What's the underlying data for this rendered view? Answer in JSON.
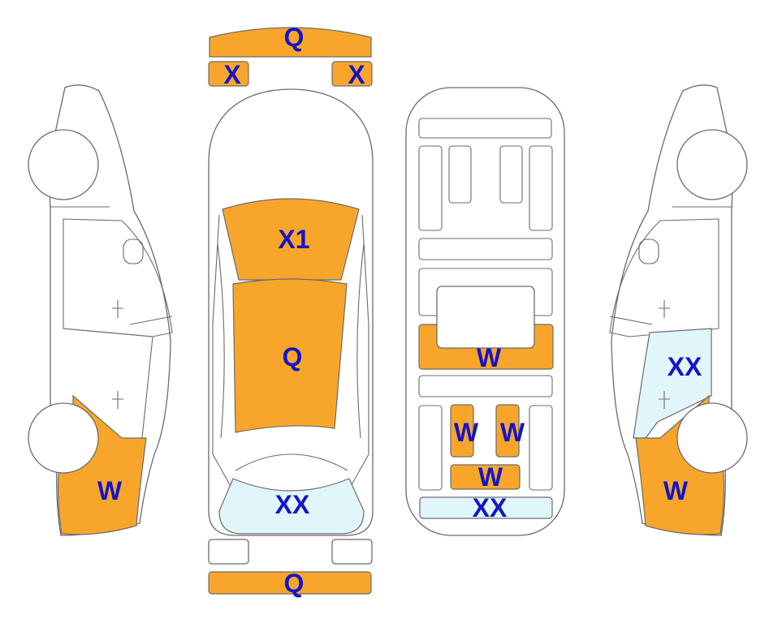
{
  "colors": {
    "orange": "#F8A62B",
    "light_blue": "#E1F6FB",
    "label": "#1414C8",
    "outline": "#6b6b6b"
  },
  "zones": {
    "front_bumper": "Q",
    "headlight_left": "X",
    "headlight_right": "X",
    "hood": "X1",
    "roof": "Q",
    "rear_window": "XX",
    "rear_bumper": "Q",
    "underbody_mid": "W",
    "underbody_rear_left": "W",
    "underbody_rear_right": "W",
    "underbody_rear_cross": "W",
    "underbody_rear_end": "XX",
    "left_side_rear": "W",
    "right_side_rear": "W",
    "right_rear_window": "XX"
  }
}
